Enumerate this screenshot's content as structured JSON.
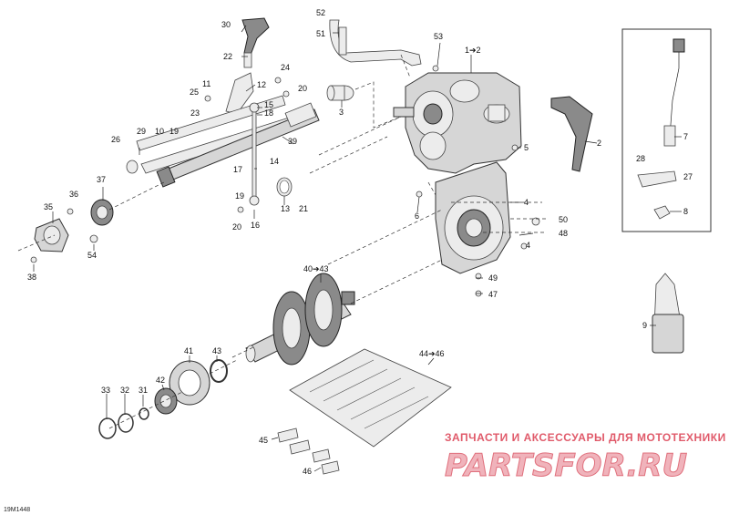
{
  "diagram": {
    "code": "19M1448",
    "callouts": {
      "c1": "1➔2",
      "c2": "2",
      "c3": "3",
      "c4a": "4",
      "c4b": "4",
      "c5": "5",
      "c6": "6",
      "c7": "7",
      "c8": "8",
      "c9": "9",
      "c10": "10",
      "c11": "11",
      "c12": "12",
      "c13": "13",
      "c14": "14",
      "c15": "15",
      "c16": "16",
      "c17": "17",
      "c18": "18",
      "c19a": "19",
      "c19b": "19",
      "c20a": "20",
      "c20b": "20",
      "c21": "21",
      "c22": "22",
      "c23": "23",
      "c24": "24",
      "c25": "25",
      "c26": "26",
      "c27": "27",
      "c28": "28",
      "c29": "29",
      "c30": "30",
      "c31": "31",
      "c32": "32",
      "c33": "33",
      "c35": "35",
      "c36": "36",
      "c37": "37",
      "c38": "38",
      "c39": "39",
      "c40": "40➔43",
      "c41": "41",
      "c42": "42",
      "c43": "43",
      "c44": "44➔46",
      "c45": "45",
      "c46": "46",
      "c47": "47",
      "c48": "48",
      "c49": "49",
      "c50": "50",
      "c51": "51",
      "c52": "52",
      "c53": "53",
      "c54": "54"
    }
  },
  "watermark": {
    "tagline": "ЗАПЧАСТИ И АКСЕССУАРЫ ДЛЯ МОТОТЕХНИКИ",
    "brand": "PARTSFOR.RU"
  }
}
